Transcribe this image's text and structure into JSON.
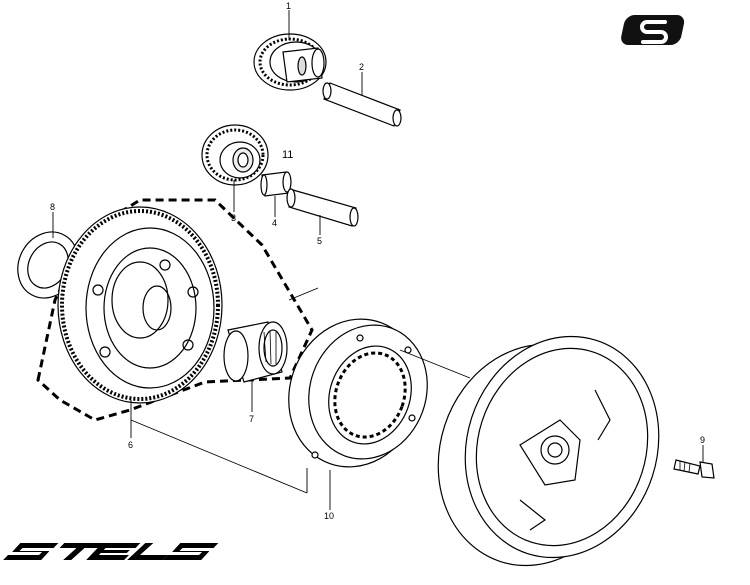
{
  "labels": {
    "p1": "1",
    "p2": "2",
    "p3": "3",
    "p4": "4",
    "p5": "5",
    "p6": "6",
    "p7": "7",
    "p8": "8",
    "p9": "9",
    "p10": "10",
    "p11": "11"
  },
  "brand": {
    "logo_text": "STELS",
    "corner_logo_text": "S"
  }
}
